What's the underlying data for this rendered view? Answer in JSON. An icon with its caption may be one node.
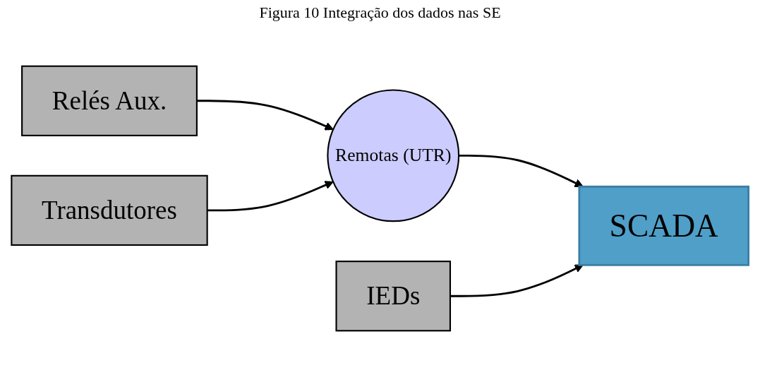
{
  "diagram": {
    "title": "Figura 10 Integração dos dados nas SE",
    "nodes": [
      {
        "text": [
          "Relés Aux."
        ]
      },
      {
        "text": [
          "Transdutores"
        ]
      },
      {
        "text": [
          "IEDs"
        ]
      },
      {
        "text": [
          "Remotas (UTR)"
        ]
      },
      {
        "text": [
          "SCADA"
        ]
      }
    ],
    "edges": [
      {
        "from": 0,
        "to": 3,
        "arrow": "to"
      },
      {
        "from": 1,
        "to": 3,
        "arrow": "to"
      },
      {
        "from": 3,
        "to": 4,
        "arrow": "to"
      },
      {
        "from": 2,
        "to": 4,
        "arrow": "to"
      }
    ]
  }
}
